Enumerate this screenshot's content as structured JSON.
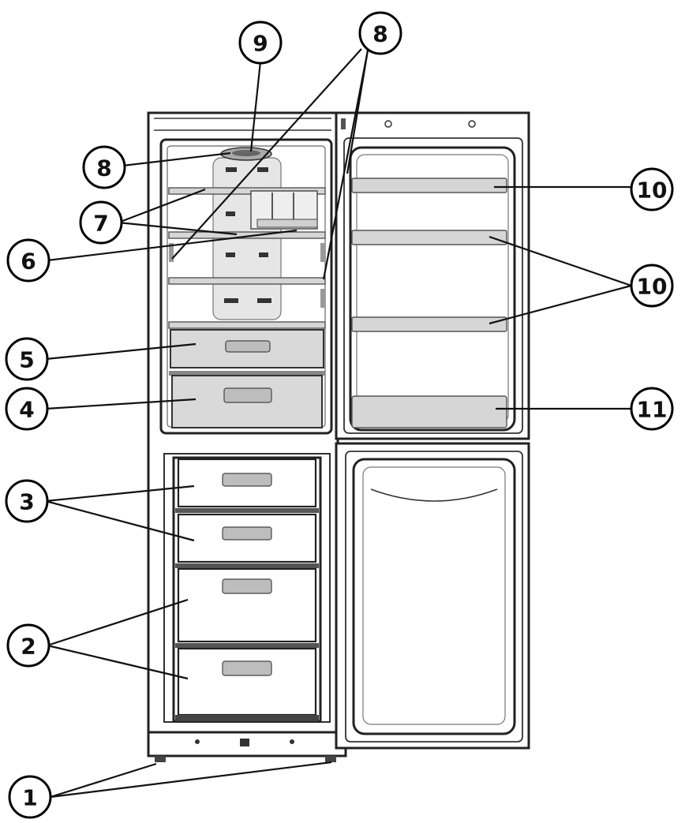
{
  "callouts": [
    {
      "id": "c1",
      "label": "1"
    },
    {
      "id": "c2",
      "label": "2"
    },
    {
      "id": "c3",
      "label": "3"
    },
    {
      "id": "c4",
      "label": "4"
    },
    {
      "id": "c5",
      "label": "5"
    },
    {
      "id": "c6",
      "label": "6"
    },
    {
      "id": "c7",
      "label": "7"
    },
    {
      "id": "c8a",
      "label": "8"
    },
    {
      "id": "c8b",
      "label": "8"
    },
    {
      "id": "c9",
      "label": "9"
    },
    {
      "id": "c10a",
      "label": "10"
    },
    {
      "id": "c10b",
      "label": "10"
    },
    {
      "id": "c11",
      "label": "11"
    }
  ]
}
